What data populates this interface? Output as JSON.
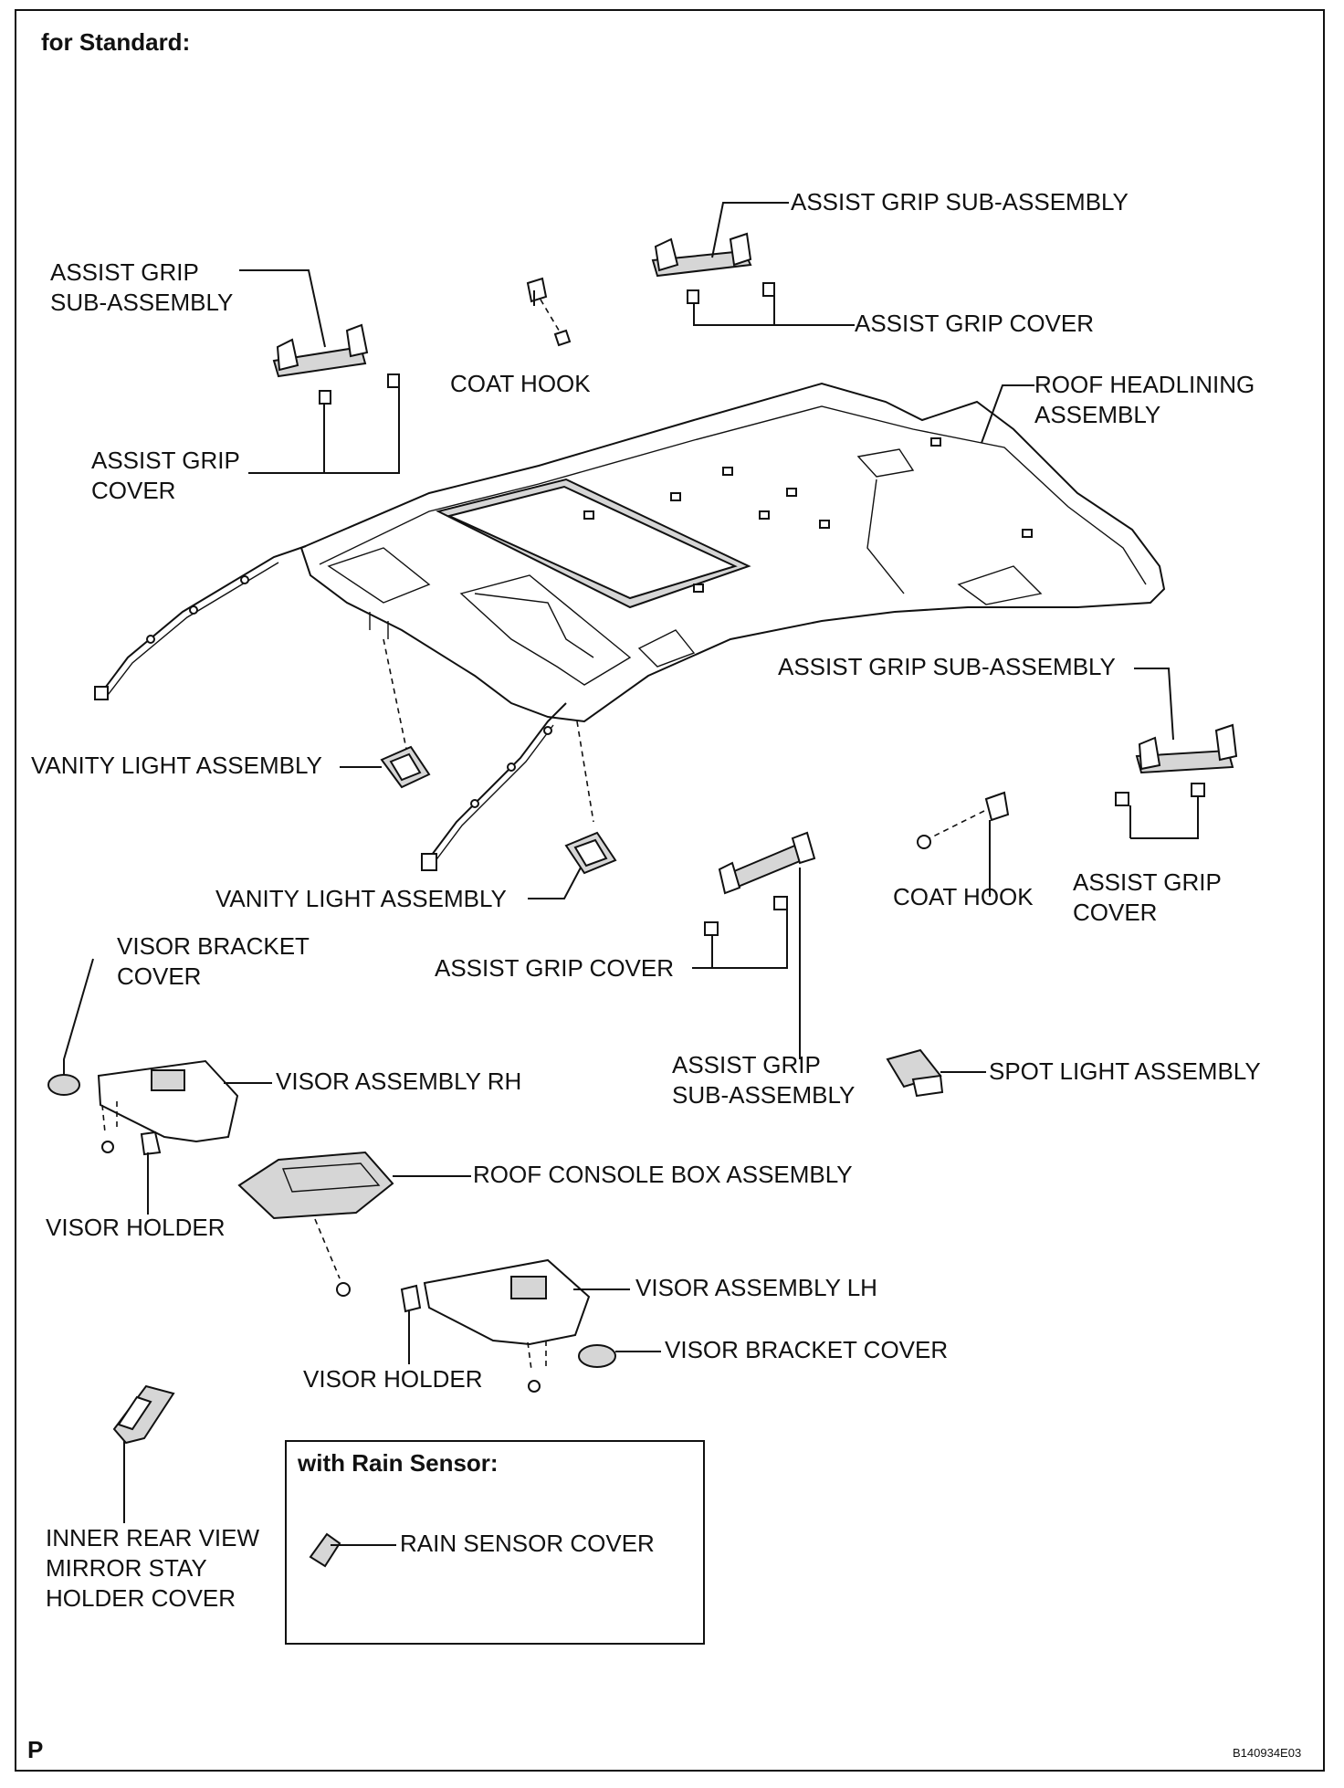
{
  "header": {
    "title": "for Standard:"
  },
  "labels": {
    "assist_grip_sub_assembly_top": "ASSIST GRIP SUB-ASSEMBLY",
    "assist_grip_sub_assembly_left": "ASSIST GRIP\nSUB-ASSEMBLY",
    "coat_hook_top": "COAT HOOK",
    "assist_grip_cover_top": "ASSIST GRIP COVER",
    "roof_headlining_assembly": "ROOF HEADLINING\nASSEMBLY",
    "assist_grip_cover_left": "ASSIST GRIP\nCOVER",
    "assist_grip_sub_assembly_right": "ASSIST GRIP SUB-ASSEMBLY",
    "vanity_light_assembly_upper": "VANITY LIGHT ASSEMBLY",
    "vanity_light_assembly_lower": "VANITY LIGHT ASSEMBLY",
    "coat_hook_right": "COAT HOOK",
    "assist_grip_cover_right": "ASSIST GRIP\nCOVER",
    "visor_bracket_cover_left": "VISOR BRACKET\nCOVER",
    "assist_grip_cover_middle": "ASSIST GRIP COVER",
    "assist_grip_sub_assembly_middle": "ASSIST GRIP\nSUB-ASSEMBLY",
    "spot_light_assembly": "SPOT LIGHT ASSEMBLY",
    "visor_assembly_rh": "VISOR ASSEMBLY RH",
    "roof_console_box_assembly": "ROOF CONSOLE BOX ASSEMBLY",
    "visor_holder_left": "VISOR HOLDER",
    "visor_assembly_lh": "VISOR ASSEMBLY LH",
    "visor_bracket_cover_right": "VISOR BRACKET COVER",
    "visor_holder_right": "VISOR HOLDER",
    "inner_rear_view_mirror_stay_holder_cover": "INNER REAR VIEW\nMIRROR STAY\nHOLDER COVER"
  },
  "inset": {
    "title": "with Rain Sensor:",
    "rain_sensor_cover": "RAIN SENSOR COVER"
  },
  "footer": {
    "page_marker": "P",
    "drawing_code": "B140934E03"
  }
}
